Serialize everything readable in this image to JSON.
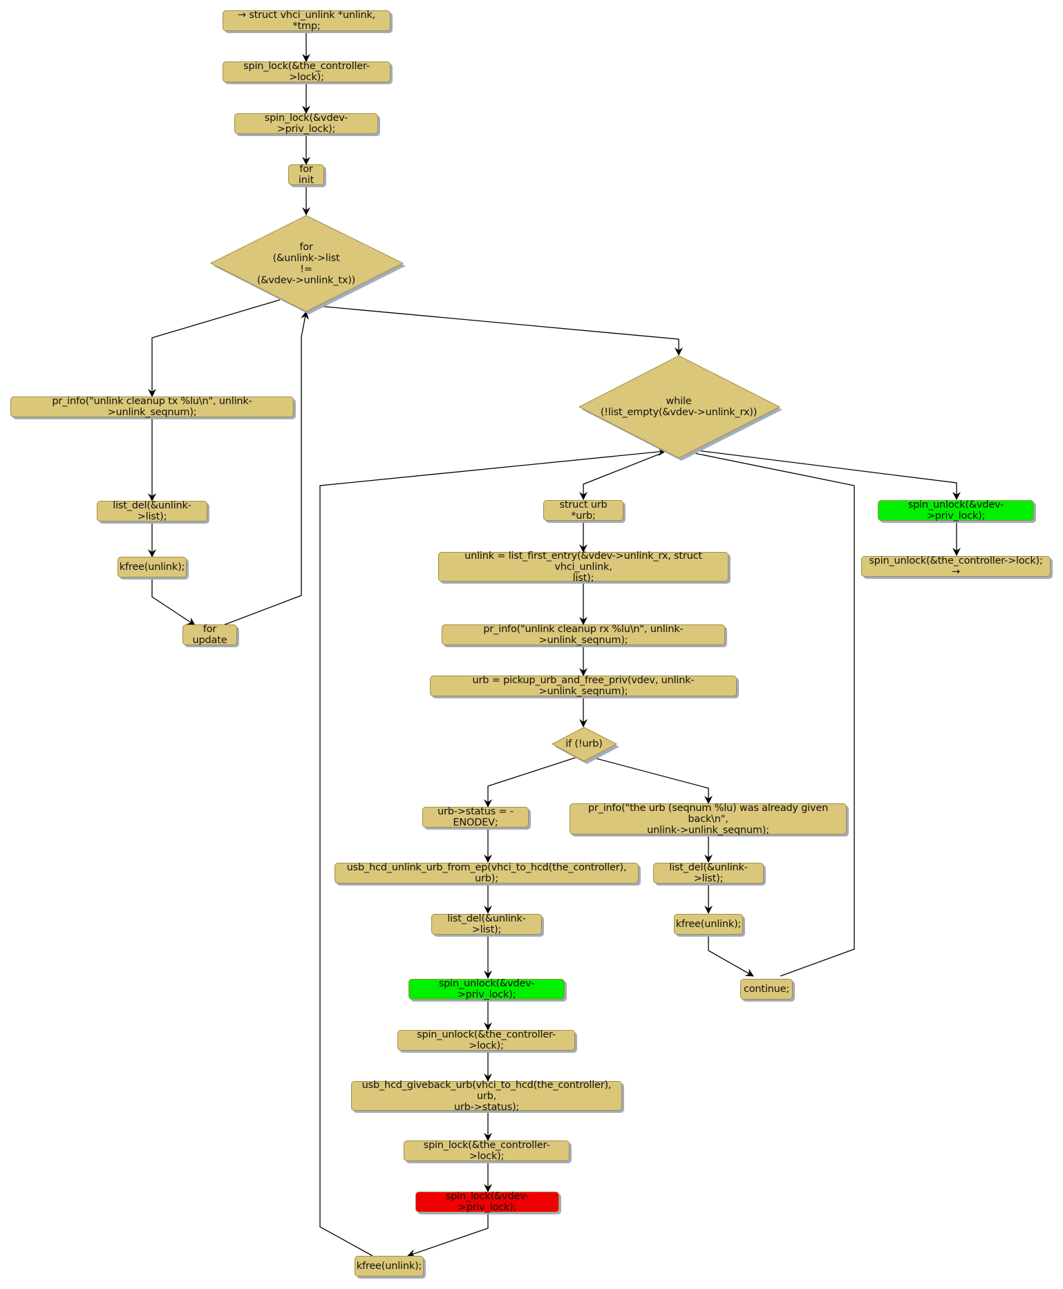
{
  "diagram": {
    "type": "control-flow",
    "colors": {
      "node_fill": "#dbc77a",
      "node_border": "#a08c46",
      "unlock_highlight": "#00f000",
      "lock_highlight": "#f00000",
      "edge": "#000000"
    },
    "nodes": {
      "n_decl": "→ struct vhci_unlink *unlink, *tmp;",
      "n_lock_ctrl": "spin_lock(&the_controller->lock);",
      "n_lock_priv": "spin_lock(&vdev->priv_lock);",
      "n_for_init": "for init",
      "d_for": "for\n(&unlink->list\n!=\n(&vdev->unlink_tx))",
      "n_pr_tx": "pr_info(\"unlink cleanup tx %lu\\n\", unlink->unlink_seqnum);",
      "n_list_del_tx": "list_del(&unlink->list);",
      "n_kfree_tx": "kfree(unlink);",
      "n_for_update": "for update",
      "d_while": "while\n(!list_empty(&vdev->unlink_rx))",
      "n_struct_urb": "struct urb *urb;",
      "n_first_entry": "unlink = list_first_entry(&vdev->unlink_rx, struct vhci_unlink,\nlist);",
      "n_pr_rx": "pr_info(\"unlink cleanup rx %lu\\n\", unlink->unlink_seqnum);",
      "n_pickup": "urb = pickup_urb_and_free_priv(vdev, unlink->unlink_seqnum);",
      "d_if": "if (!urb)",
      "n_status": "urb->status = -ENODEV;",
      "n_unlink_ep": "usb_hcd_unlink_urb_from_ep(vhci_to_hcd(the_controller), urb);",
      "n_list_del_a": "list_del(&unlink->list);",
      "n_unlock_priv_a": "spin_unlock(&vdev->priv_lock);",
      "n_unlock_ctrl_a": "spin_unlock(&the_controller->lock);",
      "n_giveback": "usb_hcd_giveback_urb(vhci_to_hcd(the_controller), urb,\nurb->status);",
      "n_lock_ctrl_b": "spin_lock(&the_controller->lock);",
      "n_lock_priv_b": "spin_lock(&vdev->priv_lock);",
      "n_kfree_a": "kfree(unlink);",
      "n_pr_given": "pr_info(\"the urb (seqnum %lu) was already given back\\n\",\nunlink->unlink_seqnum);",
      "n_list_del_b": "list_del(&unlink->list);",
      "n_kfree_b": "kfree(unlink);",
      "n_continue": "continue;",
      "n_unlock_priv_end": "spin_unlock(&vdev->priv_lock);",
      "n_unlock_ctrl_end": "spin_unlock(&the_controller->lock); →"
    }
  }
}
